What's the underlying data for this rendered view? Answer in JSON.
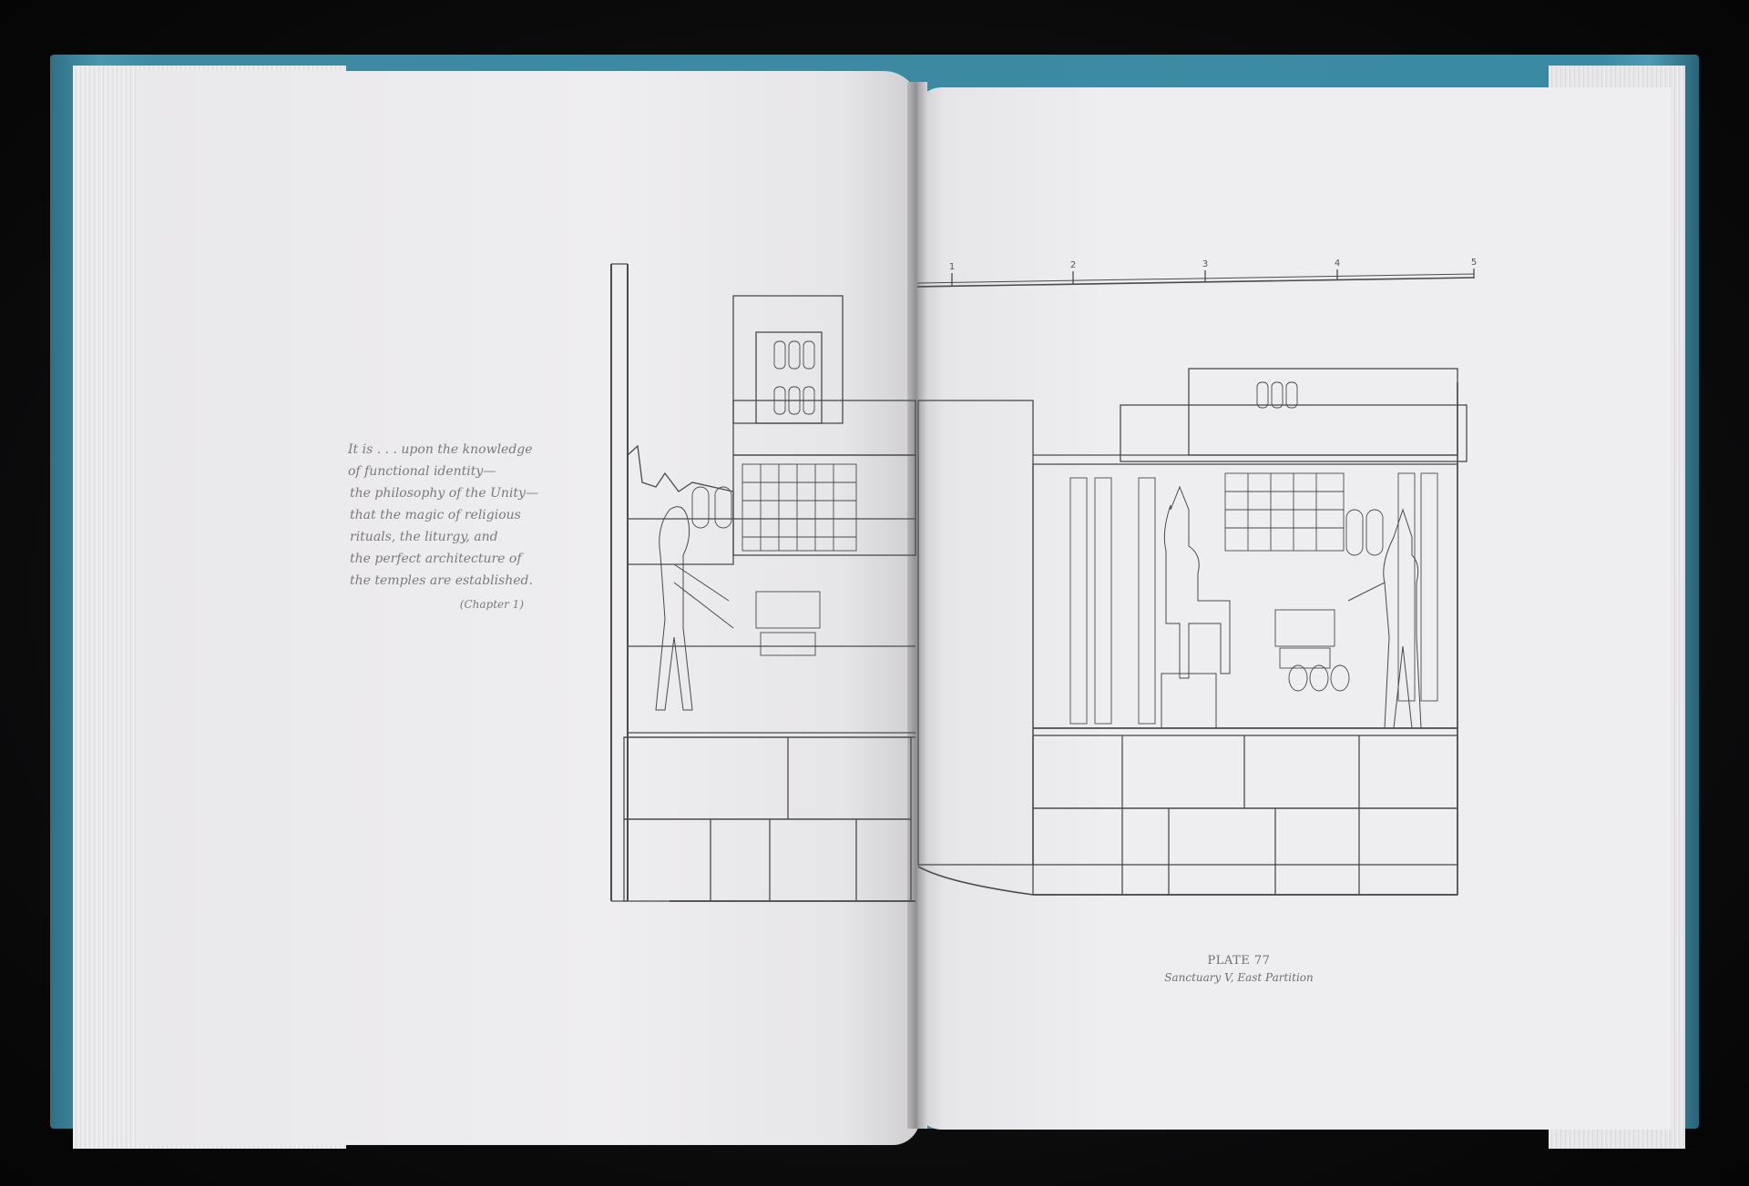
{
  "photo": {
    "subject": "open-book",
    "cover_color": "#3d8aa2",
    "page_color": "#eeedef",
    "background_color": "#0c0c0d"
  },
  "left_page": {
    "quote_lines": [
      "It is . . . upon the knowledge",
      "of functional identity—",
      "the philosophy of the Unity—",
      "that the magic of religious",
      "rituals, the liturgy, and",
      "the perfect architecture of",
      "the temples are established."
    ],
    "citation": "(Chapter 1)"
  },
  "right_page": {
    "scale_labels": [
      "1",
      "2",
      "3",
      "4",
      "5"
    ],
    "plate_title": "PLATE 77",
    "plate_subtitle": "Sanctuary V, East Partition"
  }
}
